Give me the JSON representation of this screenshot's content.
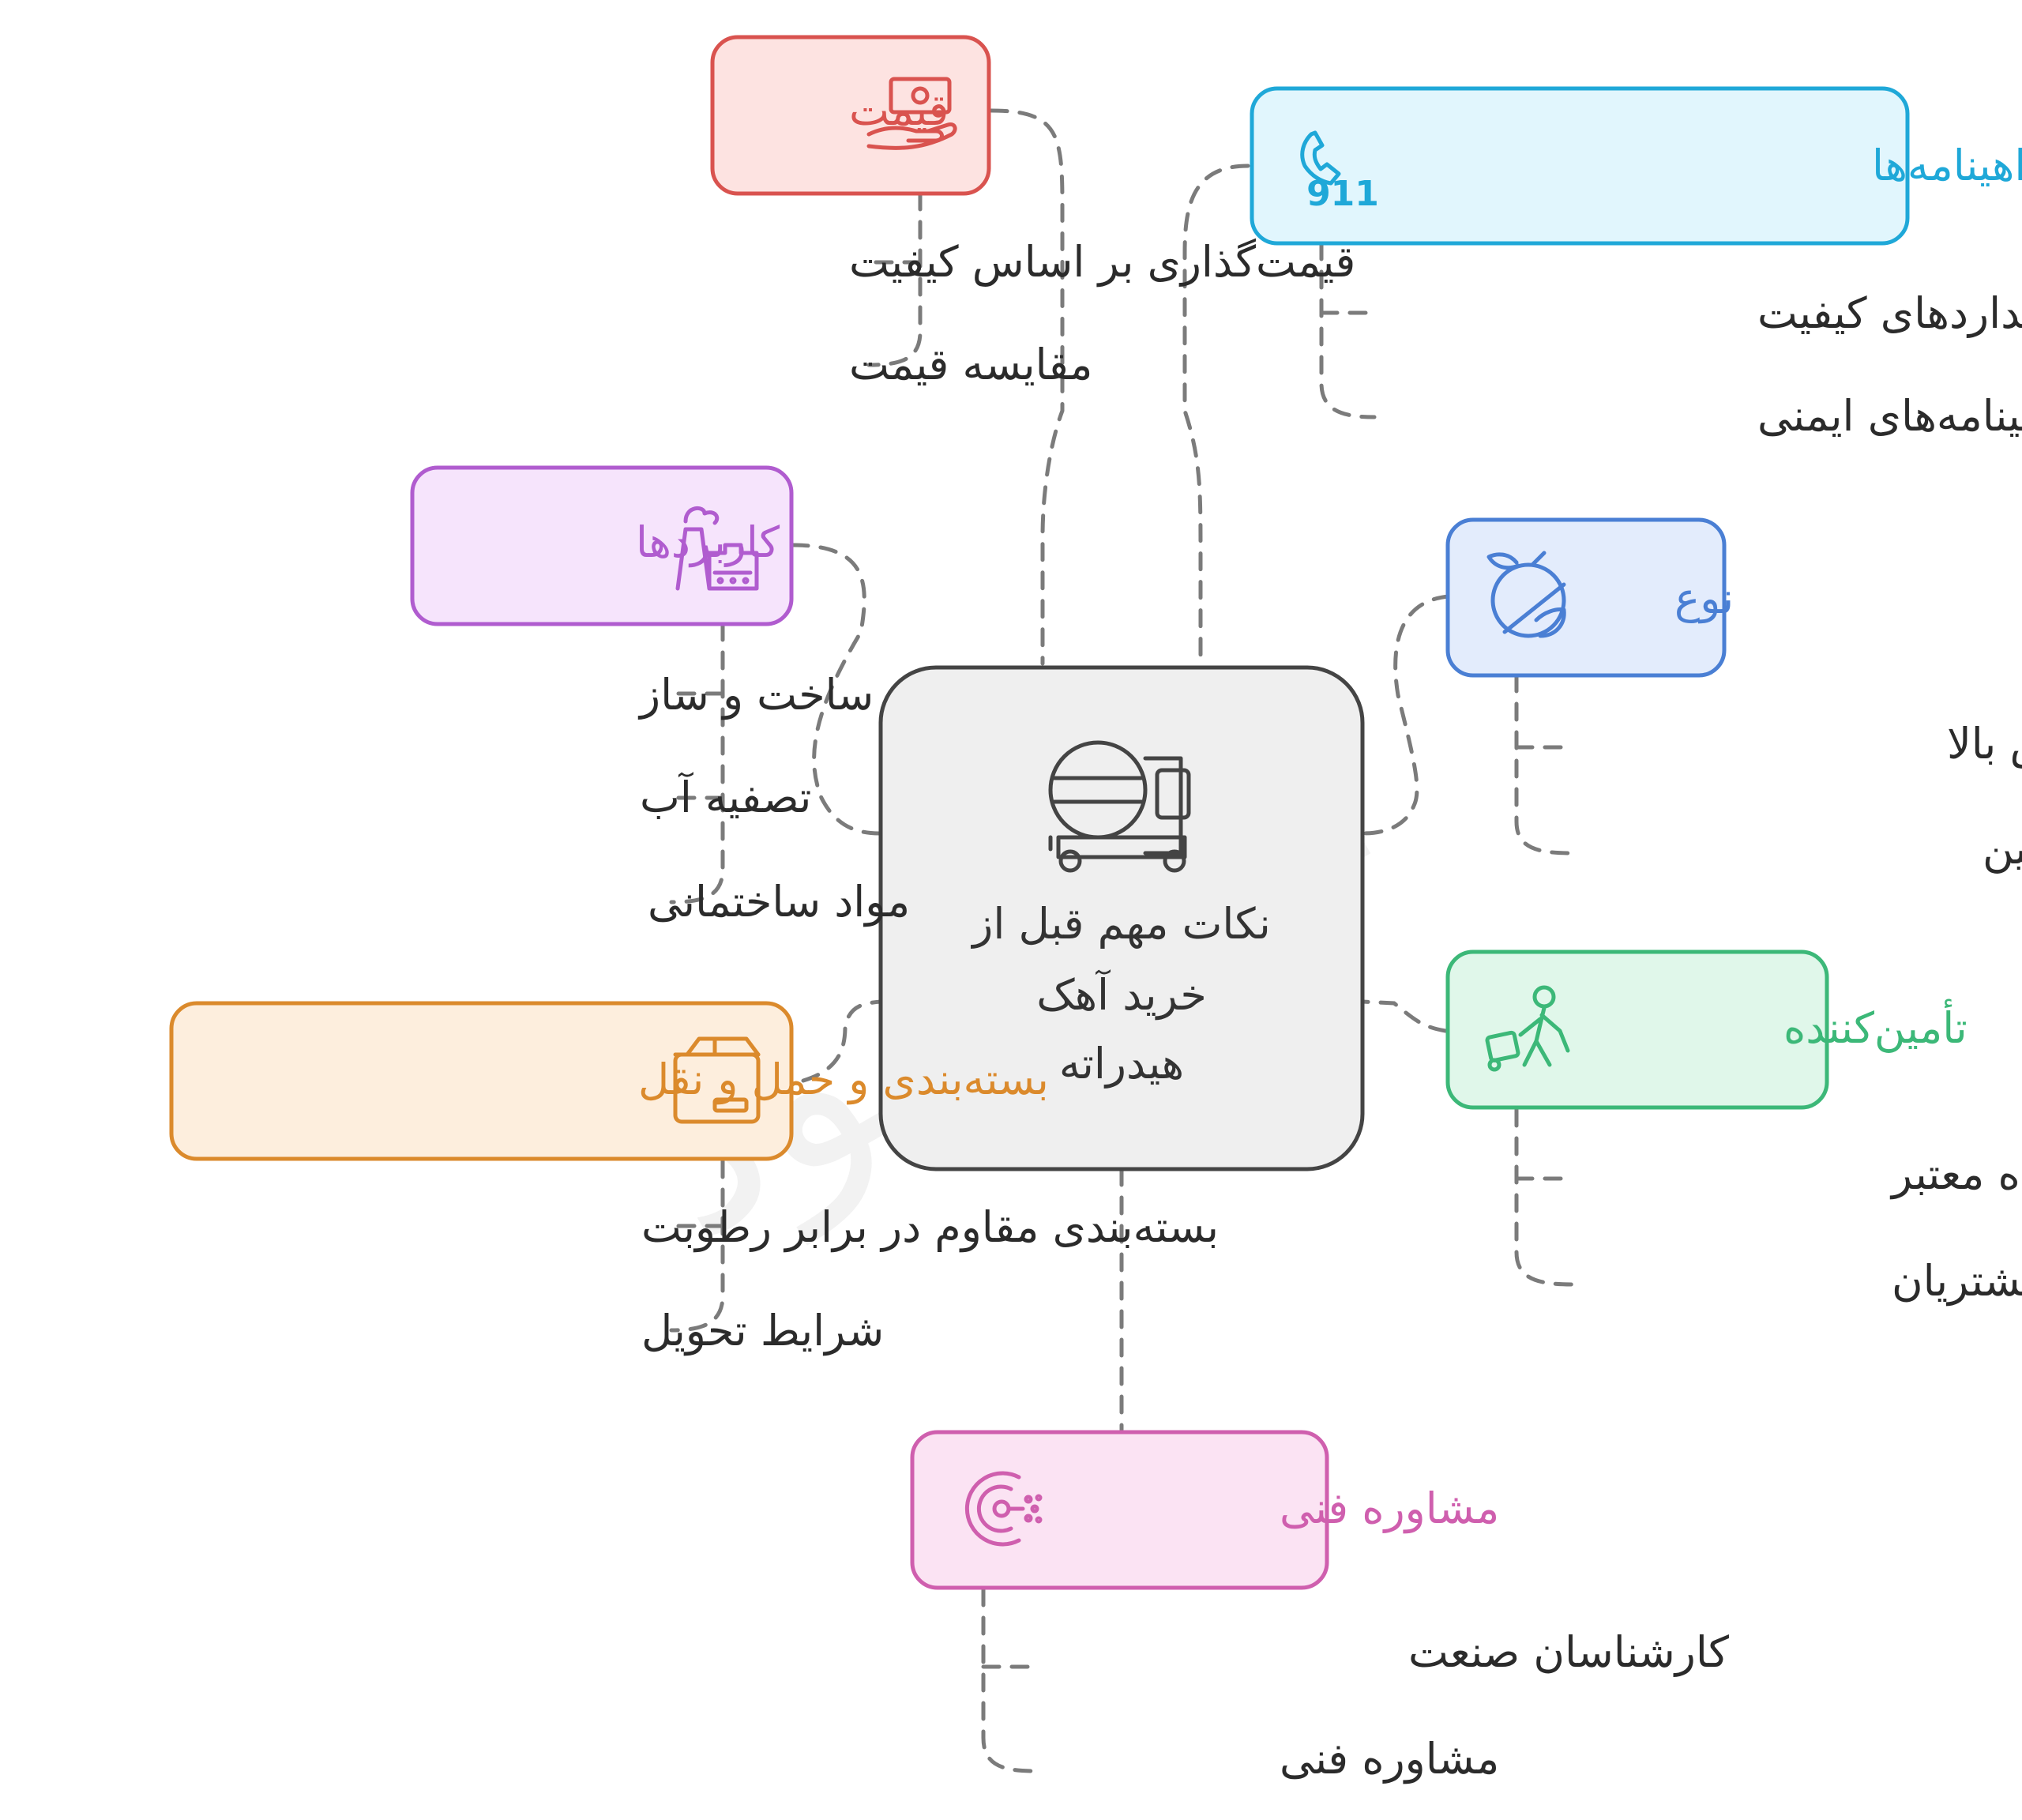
{
  "center": {
    "lines": [
      "نکات مهم قبل از",
      "خرید آهک",
      "هیدراته"
    ],
    "icon": "cement-mixer-icon"
  },
  "watermark": "ارونا پود",
  "topics": {
    "price": {
      "title": "قیمت",
      "icon": "money-hand-icon",
      "color": "#d9534f",
      "fill": "#fde3e1",
      "items": [
        "قیمت‌گذاری بر اساس کیفیت",
        "مقایسه قیمت"
      ]
    },
    "standards": {
      "title": "استانداردها و گواهینامه‌ها",
      "icon": "phone-911-icon",
      "color": "#1fa8d8",
      "fill": "#e1f6fd",
      "items": [
        "استانداردهای کیفیت",
        "گواهینامه‌های ایمنی"
      ]
    },
    "applications": {
      "title": "کاربردها",
      "icon": "factory-icon",
      "color": "#b05ccf",
      "fill": "#f6e4fc",
      "items": [
        "ساخت و ساز",
        "تصفیه آب",
        "مواد ساختمانی"
      ]
    },
    "type": {
      "title": "نوع",
      "icon": "citrus-icon",
      "color": "#4a7fd4",
      "fill": "#e3ecfc",
      "items": [
        "آهک با خلوص بالا",
        "آهک با خلوص پایین"
      ]
    },
    "packaging": {
      "title": "بسته‌بندی و حمل و نقل",
      "icon": "box-icon",
      "color": "#db8a2c",
      "fill": "#fdeedd",
      "items": [
        "بسته‌بندی مقاوم در برابر رطوبت",
        "شرایط تحویل"
      ]
    },
    "supplier": {
      "title": "تأمین‌کننده",
      "icon": "worker-cart-icon",
      "color": "#3cb878",
      "fill": "#e0f7ea",
      "items": [
        "تأمین‌کننده معتبر",
        "نظرات مشتریان"
      ]
    },
    "consulting": {
      "title": "مشاوره فنی",
      "icon": "consult-logo-icon",
      "color": "#cf5fae",
      "fill": "#fbe3f3",
      "items": [
        "کارشناسان صنعت",
        "مشاوره فنی"
      ]
    }
  }
}
